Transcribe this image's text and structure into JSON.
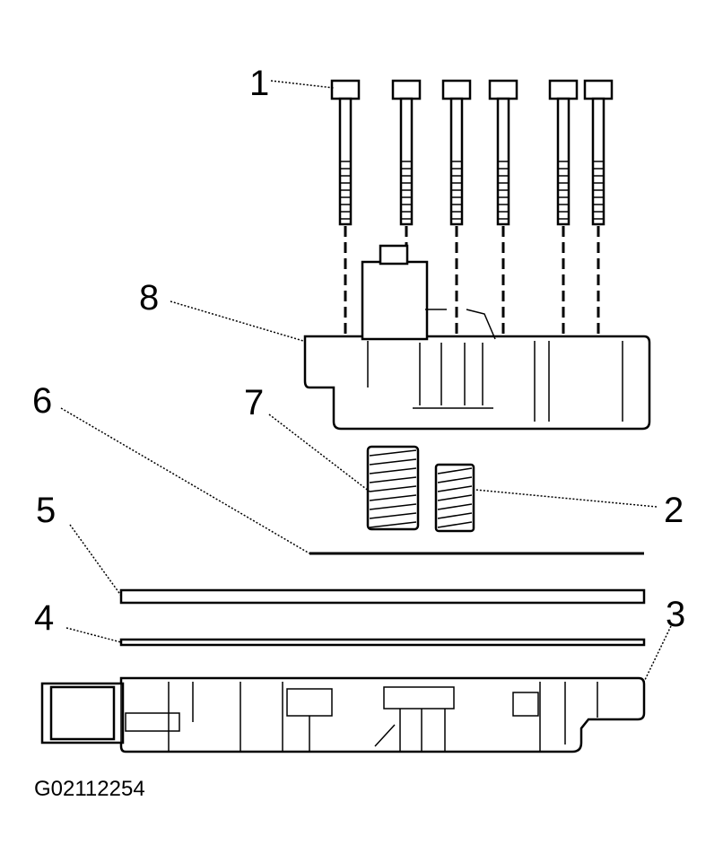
{
  "callouts": {
    "c1": "1",
    "c2": "2",
    "c3": "3",
    "c4": "4",
    "c5": "5",
    "c6": "6",
    "c7": "7",
    "c8": "8"
  },
  "figure_id": "G02112254"
}
